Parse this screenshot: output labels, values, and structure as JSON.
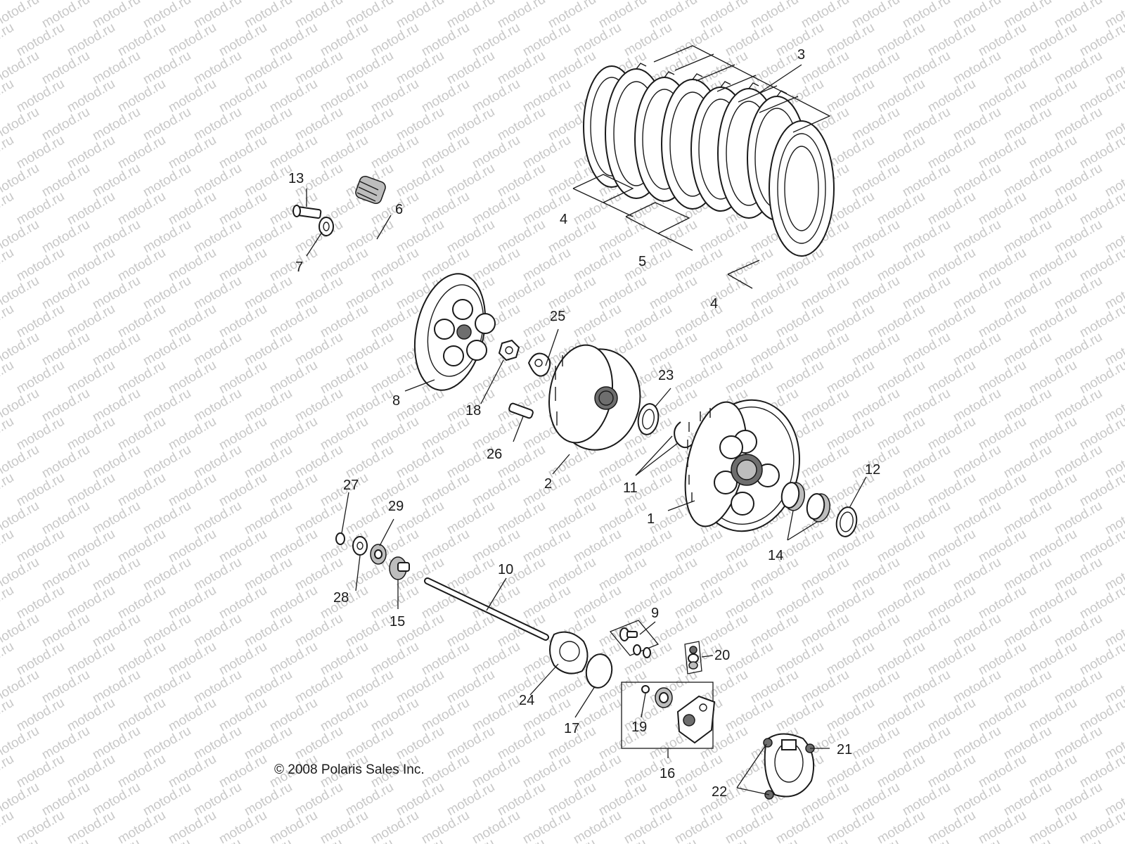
{
  "diagram": {
    "copyright": "© 2008 Polaris Sales Inc.",
    "watermark": "motod.ru",
    "callouts": [
      {
        "id": "c1",
        "label": "1"
      },
      {
        "id": "c2",
        "label": "2"
      },
      {
        "id": "c3",
        "label": "3"
      },
      {
        "id": "c4a",
        "label": "4"
      },
      {
        "id": "c4b",
        "label": "4"
      },
      {
        "id": "c5",
        "label": "5"
      },
      {
        "id": "c6",
        "label": "6"
      },
      {
        "id": "c7",
        "label": "7"
      },
      {
        "id": "c8",
        "label": "8"
      },
      {
        "id": "c9",
        "label": "9"
      },
      {
        "id": "c10",
        "label": "10"
      },
      {
        "id": "c11",
        "label": "11"
      },
      {
        "id": "c12",
        "label": "12"
      },
      {
        "id": "c13",
        "label": "13"
      },
      {
        "id": "c14",
        "label": "14"
      },
      {
        "id": "c15",
        "label": "15"
      },
      {
        "id": "c16",
        "label": "16"
      },
      {
        "id": "c17",
        "label": "17"
      },
      {
        "id": "c18",
        "label": "18"
      },
      {
        "id": "c19",
        "label": "19"
      },
      {
        "id": "c20",
        "label": "20"
      },
      {
        "id": "c21",
        "label": "21"
      },
      {
        "id": "c22",
        "label": "22"
      },
      {
        "id": "c23",
        "label": "23"
      },
      {
        "id": "c24",
        "label": "24"
      },
      {
        "id": "c25",
        "label": "25"
      },
      {
        "id": "c26",
        "label": "26"
      },
      {
        "id": "c27",
        "label": "27"
      },
      {
        "id": "c28",
        "label": "28"
      },
      {
        "id": "c29",
        "label": "29"
      }
    ]
  }
}
